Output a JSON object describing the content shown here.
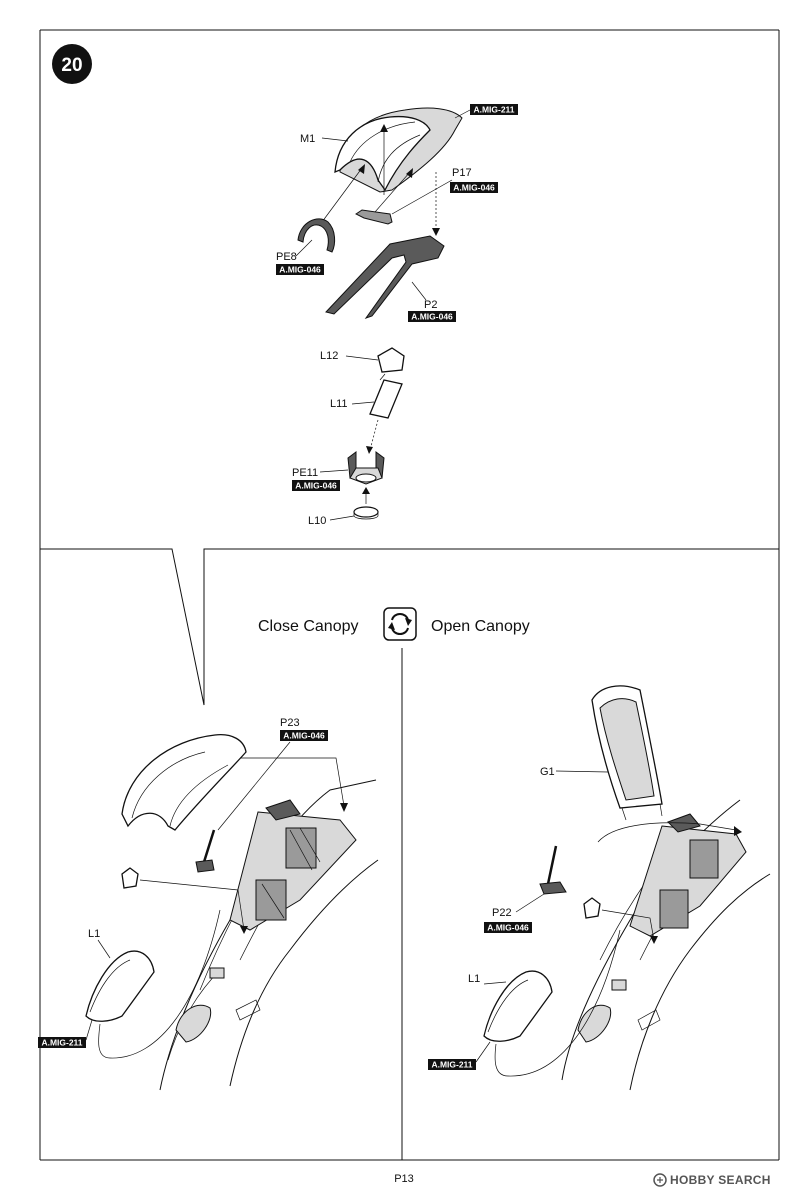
{
  "step": {
    "number": "20"
  },
  "parts": {
    "m1": "M1",
    "p17": "P17",
    "pe8": "PE8",
    "p2": "P2",
    "l12": "L12",
    "l11": "L11",
    "pe11": "PE11",
    "l10": "L10",
    "p23": "P23",
    "g1": "G1",
    "p22": "P22",
    "l1_left": "L1",
    "l1_right": "L1"
  },
  "paints": {
    "m1_paint": "A.MIG-211",
    "p17_paint": "A.MIG-046",
    "pe8_paint": "A.MIG-046",
    "p2_paint": "A.MIG-046",
    "pe11_paint": "A.MIG-046",
    "p23_paint": "A.MIG-046",
    "p22_paint": "A.MIG-046",
    "l1_left_paint": "A.MIG-211",
    "l1_right_paint": "A.MIG-211"
  },
  "options": {
    "close": "Close Canopy",
    "open": "Open Canopy"
  },
  "footer": {
    "page": "P13",
    "watermark": "HOBBY SEARCH"
  },
  "colors": {
    "ink": "#111111",
    "tag_bg": "#111111",
    "tag_text": "#ffffff",
    "gray": "#5a5a5a"
  }
}
